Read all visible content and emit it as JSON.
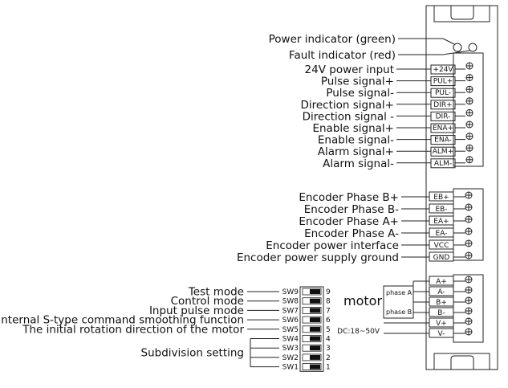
{
  "power_group": [
    {
      "desc": "Power indicator (green)"
    },
    {
      "desc": "Fault indicator (red)"
    },
    {
      "desc": "24V power input",
      "term": "+24V"
    },
    {
      "desc": "Pulse signal+",
      "term": "PUL+"
    },
    {
      "desc": "Pulse signal-",
      "term": "PUL-"
    },
    {
      "desc": "Direction signal+",
      "term": "DIR+"
    },
    {
      "desc": "Direction signal -",
      "term": "DIR-"
    },
    {
      "desc": "Enable signal+",
      "term": "ENA+"
    },
    {
      "desc": "Enable signal-",
      "term": "ENA-"
    },
    {
      "desc": "Alarm signal+",
      "term": "ALM+"
    },
    {
      "desc": "Alarm signal-",
      "term": "ALM-"
    }
  ],
  "encoder_group": [
    {
      "desc": "Encoder Phase B+",
      "term": "EB+"
    },
    {
      "desc": "Encoder Phase B-",
      "term": "EB-"
    },
    {
      "desc": "Encoder Phase A+",
      "term": "EA+"
    },
    {
      "desc": "Encoder Phase A-",
      "term": "EA-"
    },
    {
      "desc": "Encoder power interface",
      "term": "VCC"
    },
    {
      "desc": "Encoder power supply ground",
      "term": "GND"
    }
  ],
  "motor_group": {
    "terms": [
      "A+",
      "A-",
      "B+",
      "B-",
      "V+",
      "V-"
    ],
    "motor_label": "motor",
    "phase_a": "phase A",
    "phase_b": "phase B",
    "dc_label": "DC:18~50V"
  },
  "switches": [
    {
      "sw": "SW9",
      "num": "9",
      "desc": "Test mode"
    },
    {
      "sw": "SW8",
      "num": "8",
      "desc": "Control mode"
    },
    {
      "sw": "SW7",
      "num": "7",
      "desc": "Input pulse mode"
    },
    {
      "sw": "SW6",
      "num": "6",
      "desc": "Internal S-type command smoothing function"
    },
    {
      "sw": "SW5",
      "num": "5",
      "desc": "The initial rotation direction of the motor"
    },
    {
      "sw": "SW4",
      "num": "4"
    },
    {
      "sw": "SW3",
      "num": "3"
    },
    {
      "sw": "SW2",
      "num": "2"
    },
    {
      "sw": "SW1",
      "num": "1"
    }
  ],
  "subdivision_label": "Subdivision setting"
}
